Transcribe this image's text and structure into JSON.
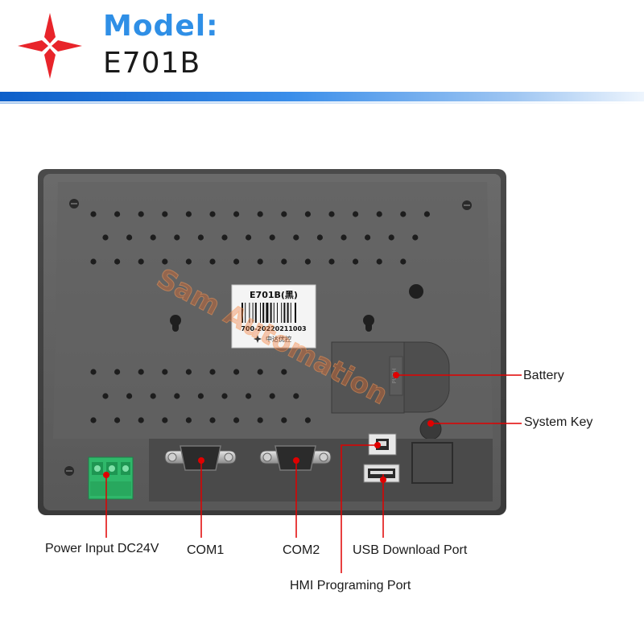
{
  "header": {
    "model_label": "Model:",
    "model_value": "E701B"
  },
  "device": {
    "sticker_title": "E701B(黑)",
    "sticker_serial": "700-20220211003",
    "sticker_brand": "中达优控",
    "watermark": "Sam Automation",
    "battery_cover_text": "PUSH"
  },
  "callouts": {
    "battery": "Battery",
    "system_key": "System Key",
    "power_input": "Power Input DC24V",
    "com1": "COM1",
    "com2": "COM2",
    "usb_download": "USB Download Port",
    "hmi_programming": "HMI Programing Port"
  },
  "colors": {
    "accent_blue": "#2f8fe6",
    "logo_red": "#e8242a",
    "callout_red": "#e00000",
    "panel_gray": "#5a5a5a",
    "terminal_green": "#2fb86a"
  },
  "icons": {
    "logo": "red-four-diamond-logo",
    "callout_dot": "red-dot-marker"
  }
}
